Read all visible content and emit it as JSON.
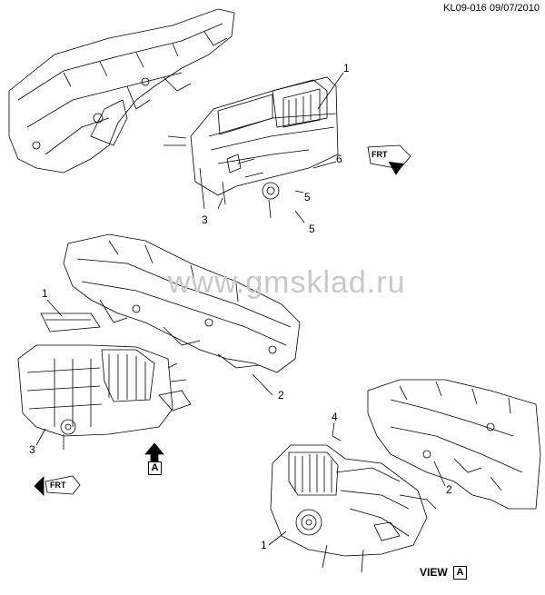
{
  "doc_code": "KL09-016 09/07/2010",
  "watermark": "www.gmsklad.ru",
  "top_view": {
    "callouts": [
      "1",
      "6",
      "5",
      "3",
      "5"
    ],
    "front_label": "FRT"
  },
  "middle_view": {
    "callouts": [
      "1",
      "2",
      "3"
    ],
    "view_marker": "A",
    "front_label": "FRT"
  },
  "bottom_view": {
    "callouts": [
      "4",
      "2",
      "1"
    ],
    "caption_prefix": "VIEW",
    "caption_marker": "A"
  }
}
